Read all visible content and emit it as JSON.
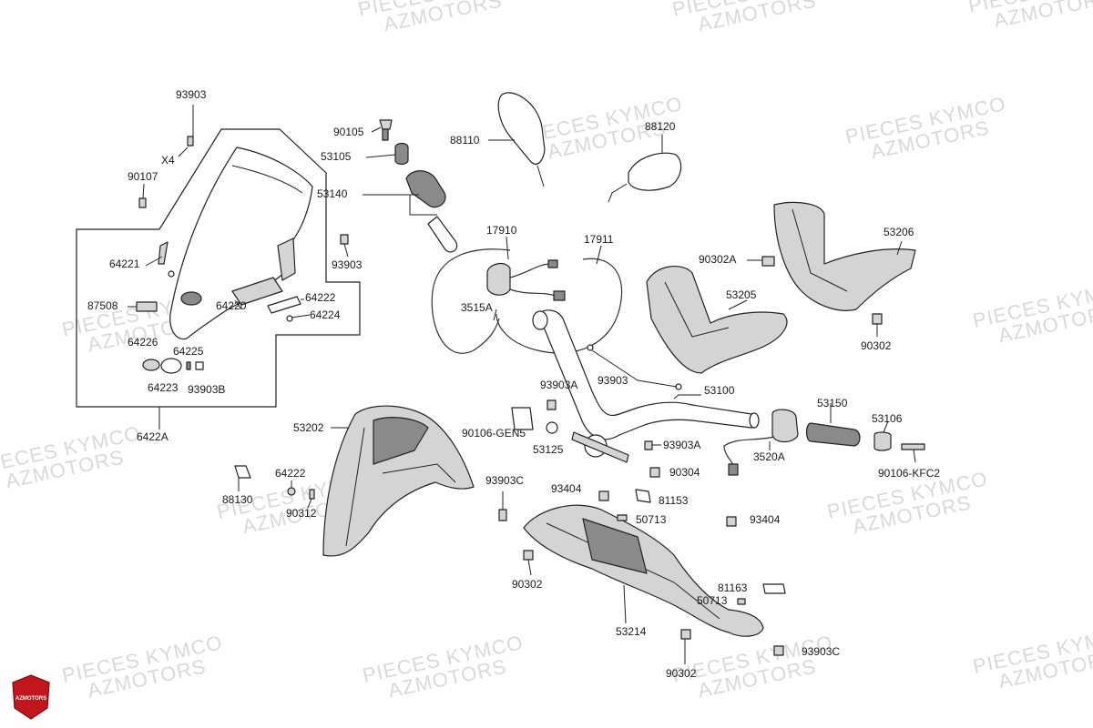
{
  "watermark": {
    "line1": "PIECES KYMCO",
    "line2": "AZMOTORS"
  },
  "logo": {
    "text": "AZMOTORS"
  },
  "part_labels": [
    "93903",
    "X4",
    "90107",
    "64221",
    "87508",
    "64226",
    "64225",
    "64223",
    "93903B",
    "64220",
    "64222",
    "64224",
    "93903",
    "6422A",
    "90105",
    "53105",
    "53140",
    "88110",
    "88120",
    "17910",
    "17911",
    "3515A",
    "90302A",
    "53206",
    "53205",
    "90302",
    "93903",
    "53100",
    "93903A",
    "90106-GEN5",
    "53125",
    "93903A",
    "53150",
    "53106",
    "3520A",
    "90106-KFC2",
    "90304",
    "53202",
    "64222",
    "88130",
    "90312",
    "93903C",
    "93404",
    "81153",
    "50713",
    "93404",
    "90302",
    "81163",
    "50713",
    "53214",
    "90302",
    "93903C"
  ],
  "colors": {
    "accent": "#c0161c",
    "ink": "#222222",
    "watermark": "#d9d9d9"
  }
}
